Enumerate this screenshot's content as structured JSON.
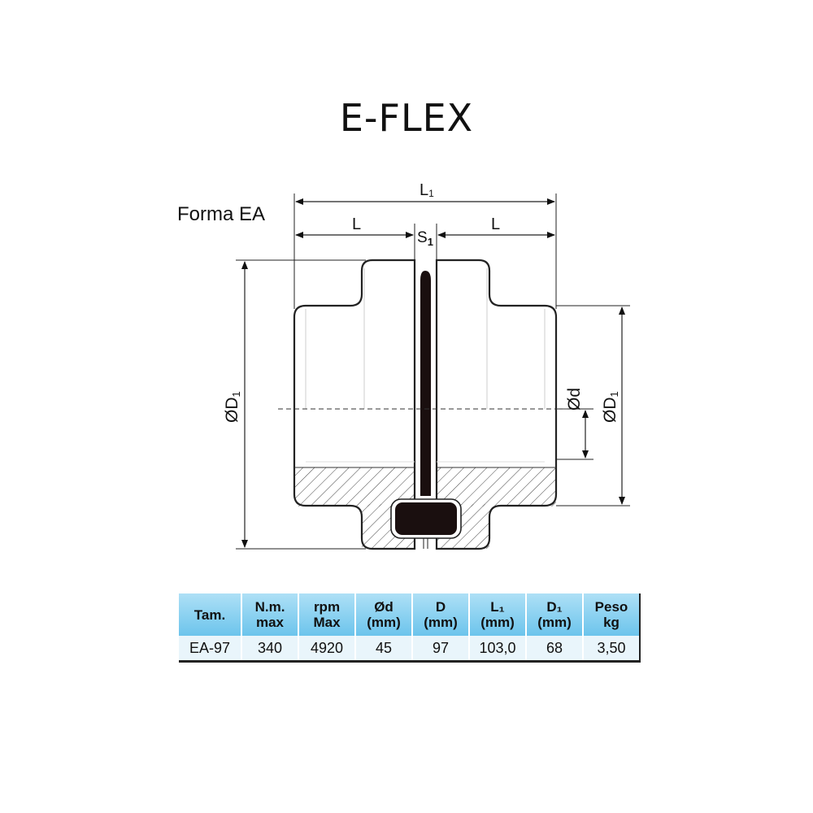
{
  "title": "E-FLEX",
  "subtitle": "Forma EA",
  "dimensions": {
    "l1": "L",
    "l1_sub": "1",
    "l_left": "L",
    "l_right": "L",
    "s1": "S",
    "s1_sub": "1",
    "d1_left": "ØD",
    "d1_left_sub": "1",
    "d_bore": "Ød",
    "d1_right": "ØD",
    "d1_right_sub": "1"
  },
  "table": {
    "headers": [
      "Tam.",
      "N.m.\nmax",
      "rpm\nMax",
      "Ød\n(mm)",
      "D\n(mm)",
      "L₁\n(mm)",
      "D₁\n(mm)",
      "Peso\nkg"
    ],
    "rows": [
      [
        "EA-97",
        "340",
        "4920",
        "45",
        "97",
        "103,0",
        "68",
        "3,50"
      ]
    ]
  },
  "colors": {
    "table_header": "#6cc4ec",
    "table_row": "#e9f5fb",
    "insert": "#1a0f0f"
  }
}
